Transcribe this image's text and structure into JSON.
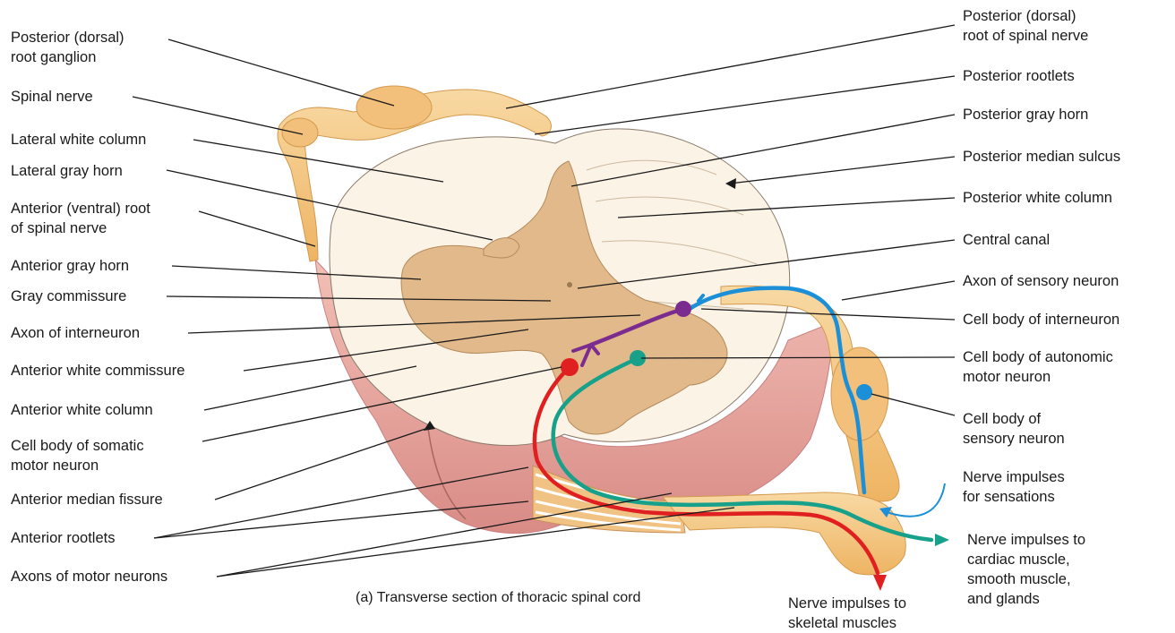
{
  "labels": {
    "posterior_dorsal_root_ganglion": "Posterior (dorsal)\nroot ganglion",
    "spinal_nerve": "Spinal nerve",
    "lateral_white_column": "Lateral white column",
    "lateral_gray_horn": "Lateral gray horn",
    "anterior_ventral_root": "Anterior (ventral) root\nof spinal nerve",
    "anterior_gray_horn": "Anterior gray horn",
    "gray_commissure": "Gray commissure",
    "axon_of_interneuron": "Axon of interneuron",
    "anterior_white_commissure": "Anterior white commissure",
    "anterior_white_column": "Anterior white column",
    "cell_body_somatic_motor": "Cell body of somatic\nmotor neuron",
    "anterior_median_fissure": "Anterior median fissure",
    "anterior_rootlets": "Anterior rootlets",
    "axons_of_motor_neurons": "Axons of motor neurons",
    "posterior_dorsal_root_spinal_nerve": "Posterior (dorsal)\nroot of spinal nerve",
    "posterior_rootlets": "Posterior rootlets",
    "posterior_gray_horn": "Posterior gray horn",
    "posterior_median_sulcus": "Posterior median sulcus",
    "posterior_white_column": "Posterior white column",
    "central_canal": "Central canal",
    "axon_of_sensory_neuron": "Axon of sensory neuron",
    "cell_body_of_interneuron": "Cell body of interneuron",
    "cell_body_autonomic_motor": "Cell body of autonomic\nmotor neuron",
    "cell_body_sensory": "Cell body of\nsensory neuron",
    "impulses_sensations": "Nerve impulses\nfor sensations",
    "impulses_cardiac": "Nerve impulses to\ncardiac muscle,\nsmooth muscle,\nand glands",
    "impulses_skeletal": "Nerve impulses to\nskeletal muscles"
  },
  "caption": "(a) Transverse section of thoracic spinal cord",
  "colors": {
    "sensory_neuron": "#1b8fd8",
    "interneuron": "#7b2c8f",
    "autonomic_motor": "#17a08a",
    "somatic_motor": "#e02020",
    "gray_matter": "#e2b98a",
    "white_matter": "#fbf3e6",
    "nerve": "#f3c27a",
    "pia": "#e7a4a0"
  }
}
